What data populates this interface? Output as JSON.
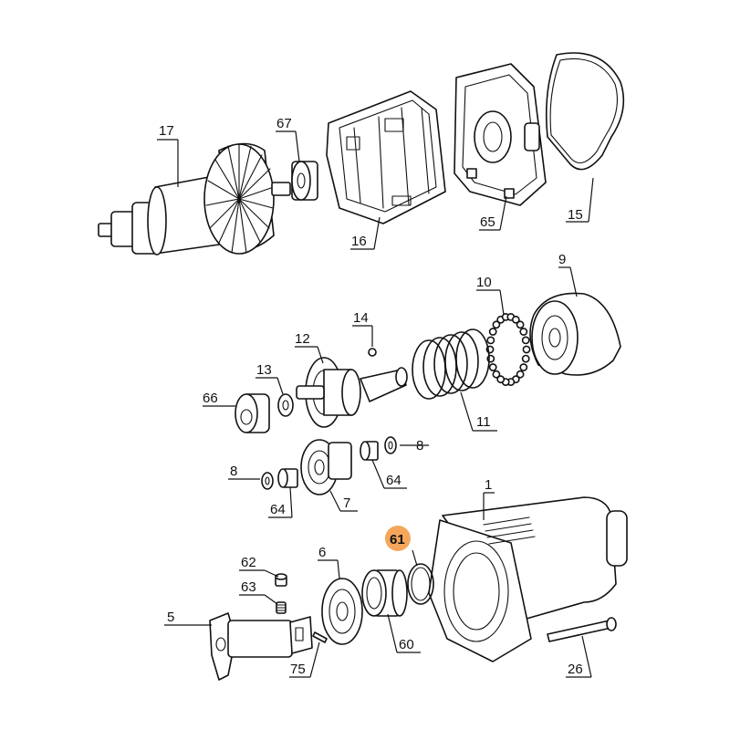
{
  "diagram": {
    "highlight_color": "#f5a65b",
    "highlighted_part": "61",
    "parts": [
      {
        "id": "p17",
        "label": "17"
      },
      {
        "id": "p67",
        "label": "67"
      },
      {
        "id": "p16",
        "label": "16"
      },
      {
        "id": "p65",
        "label": "65"
      },
      {
        "id": "p15",
        "label": "15"
      },
      {
        "id": "p9",
        "label": "9"
      },
      {
        "id": "p10",
        "label": "10"
      },
      {
        "id": "p14",
        "label": "14"
      },
      {
        "id": "p12",
        "label": "12"
      },
      {
        "id": "p13",
        "label": "13"
      },
      {
        "id": "p66",
        "label": "66"
      },
      {
        "id": "p11",
        "label": "11"
      },
      {
        "id": "p8a",
        "label": "8"
      },
      {
        "id": "p8b",
        "label": "8"
      },
      {
        "id": "p64a",
        "label": "64"
      },
      {
        "id": "p64b",
        "label": "64"
      },
      {
        "id": "p7",
        "label": "7"
      },
      {
        "id": "p1",
        "label": "1"
      },
      {
        "id": "p61",
        "label": "61"
      },
      {
        "id": "p6",
        "label": "6"
      },
      {
        "id": "p62",
        "label": "62"
      },
      {
        "id": "p63",
        "label": "63"
      },
      {
        "id": "p5",
        "label": "5"
      },
      {
        "id": "p60",
        "label": "60"
      },
      {
        "id": "p75",
        "label": "75"
      },
      {
        "id": "p26",
        "label": "26"
      }
    ]
  }
}
